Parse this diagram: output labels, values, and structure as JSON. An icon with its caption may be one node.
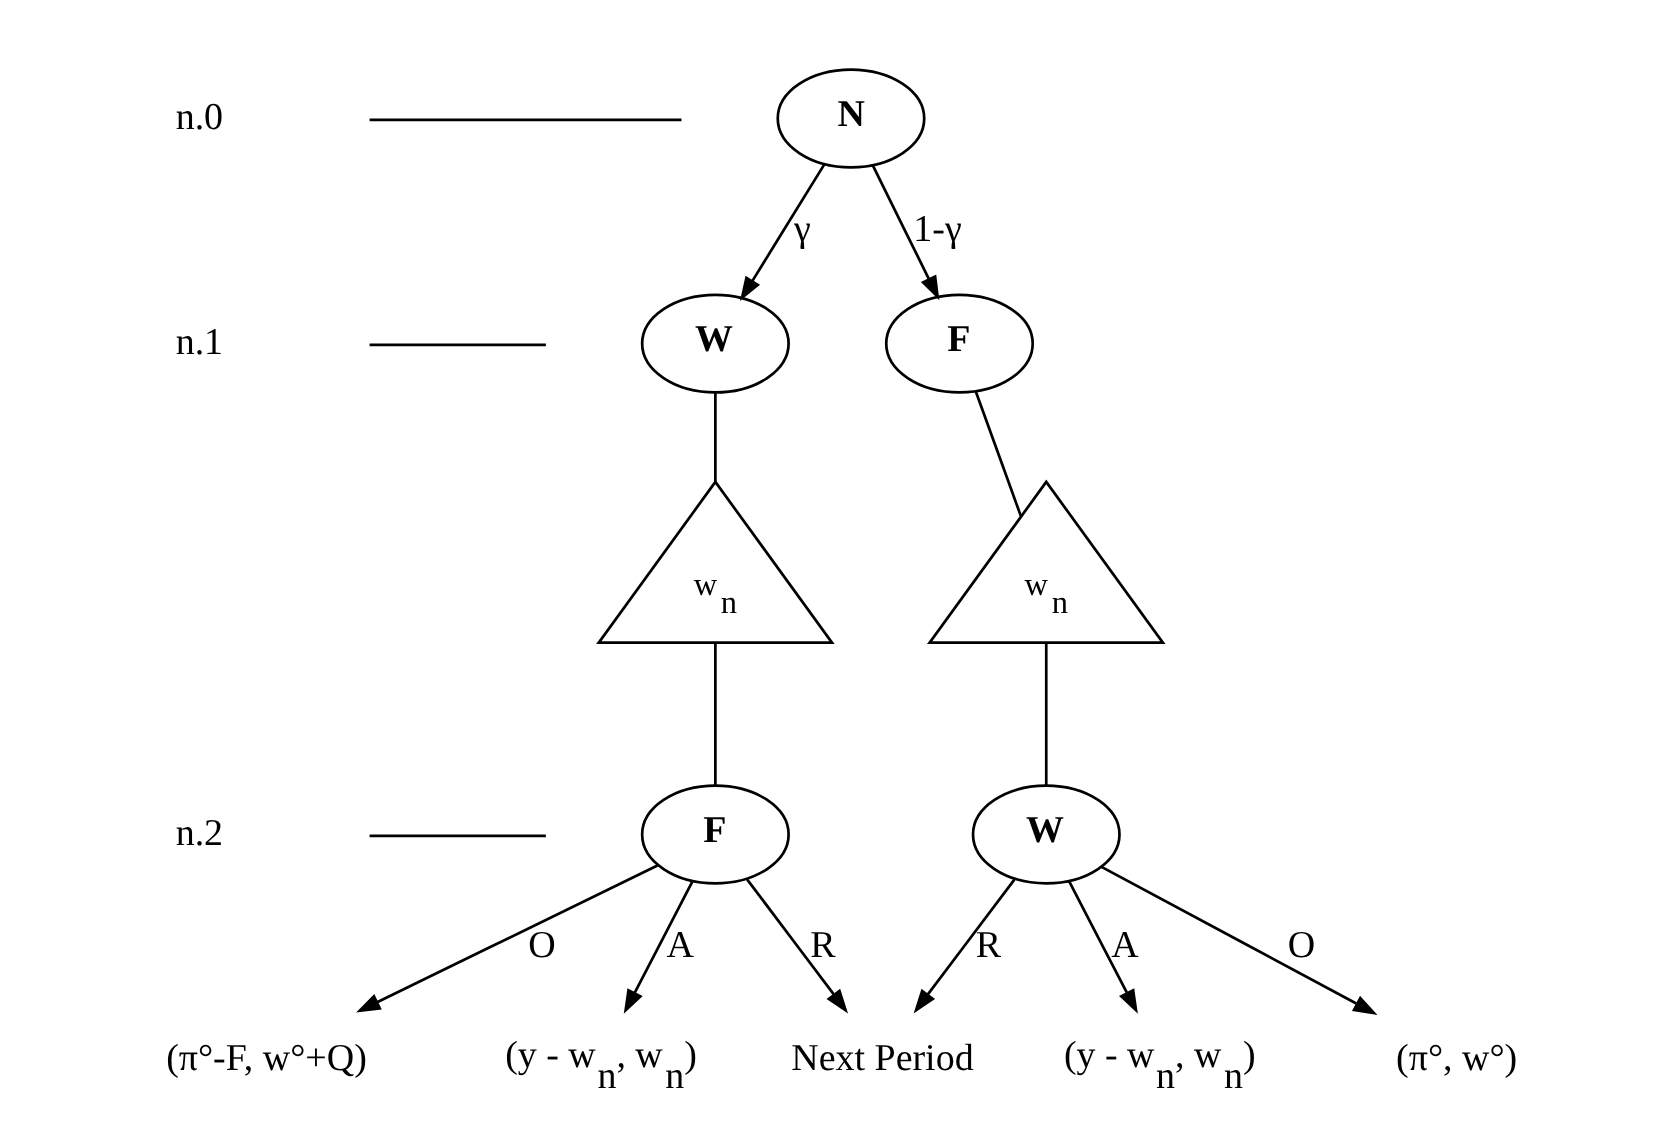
{
  "diagram": {
    "nodes": [
      {
        "text": [
          "N"
        ]
      },
      {
        "text": [
          "W"
        ]
      },
      {
        "text": [
          "F"
        ]
      },
      {
        "text": [
          "w$_{n}$"
        ]
      },
      {
        "text": [
          "w$_{n}$"
        ]
      },
      {
        "text": [
          "F"
        ]
      },
      {
        "text": [
          "W"
        ]
      },
      {
        "text": [
          "(π°-F, w°+Q)"
        ]
      },
      {
        "text": [
          "(y - w$_{n}$, w$_{n}$)"
        ]
      },
      {
        "text": [
          "Next Period"
        ]
      },
      {
        "text": [
          "(y - w$_{n}$, w$_{n}$)"
        ]
      },
      {
        "text": [
          "(π°, w°)"
        ]
      }
    ],
    "edges": [
      {
        "from": 0,
        "to": 1,
        "arrow": "to",
        "label": "γ"
      },
      {
        "from": 0,
        "to": 2,
        "arrow": "to",
        "label": "1-γ"
      },
      {
        "from": 1,
        "to": 3,
        "arrow": "none"
      },
      {
        "from": 2,
        "to": 4,
        "arrow": "none"
      },
      {
        "from": 3,
        "to": 5,
        "arrow": "none"
      },
      {
        "from": 4,
        "to": 6,
        "arrow": "none"
      },
      {
        "from": 5,
        "to": 7,
        "arrow": "to",
        "label": "O"
      },
      {
        "from": 5,
        "to": 8,
        "arrow": "to",
        "label": "A"
      },
      {
        "from": 5,
        "to": 9,
        "arrow": "to",
        "label": "R"
      },
      {
        "from": 6,
        "to": 9,
        "arrow": "to",
        "label": "R"
      },
      {
        "from": 6,
        "to": 10,
        "arrow": "to",
        "label": "A"
      },
      {
        "from": 6,
        "to": 11,
        "arrow": "to",
        "label": "O"
      }
    ],
    "labels": [
      "n.0",
      "n.1",
      "n.2"
    ]
  }
}
